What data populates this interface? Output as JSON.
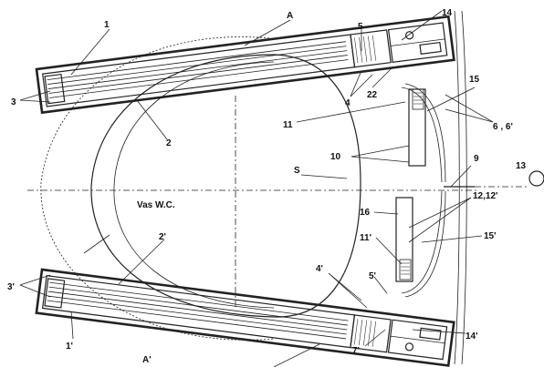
{
  "labels": {
    "A": "A",
    "A_prime": "A'",
    "n1": "1",
    "n1p": "1'",
    "n2": "2",
    "n2p": "2'",
    "n3": "3",
    "n3p": "3'",
    "n4": "4",
    "n4p": "4'",
    "n5": "5",
    "n5p": "5'",
    "n6": "6 , 6'",
    "n7p": "7'",
    "n9": "9",
    "n10": "10",
    "n11": "11",
    "n11p": "11'",
    "n12": "12,12'",
    "n13": "13",
    "n14": "14",
    "n14p": "14'",
    "n15": "15",
    "n15p": "15'",
    "n16": "16",
    "n22": "22",
    "S": "S",
    "vas": "Vas W.C."
  }
}
